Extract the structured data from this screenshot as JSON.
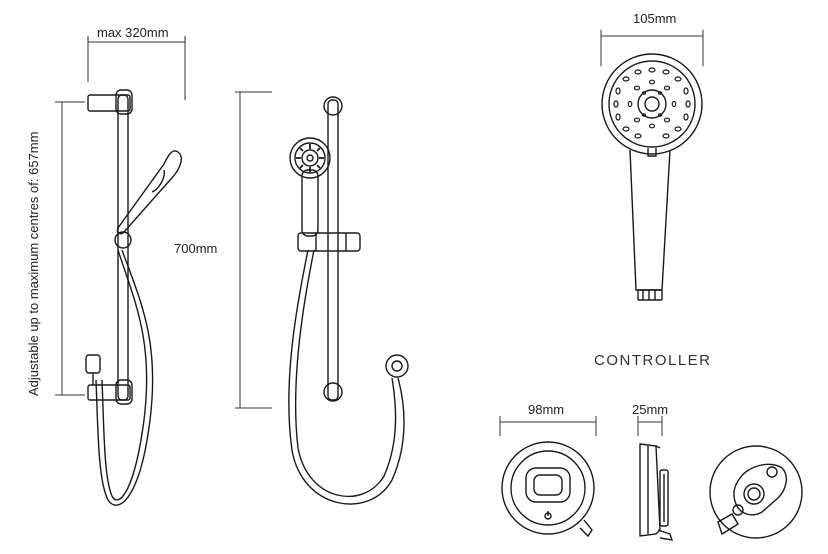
{
  "labels": {
    "max_width": "max 320mm",
    "adjustable": "Adjustable up to maximum centres of: 657mm",
    "rail_length": "700mm",
    "head_width": "105mm",
    "controller_title": "CONTROLLER",
    "controller_width": "98mm",
    "controller_depth": "25mm"
  },
  "colors": {
    "line": "#1a1a1a",
    "dim": "#333333"
  }
}
